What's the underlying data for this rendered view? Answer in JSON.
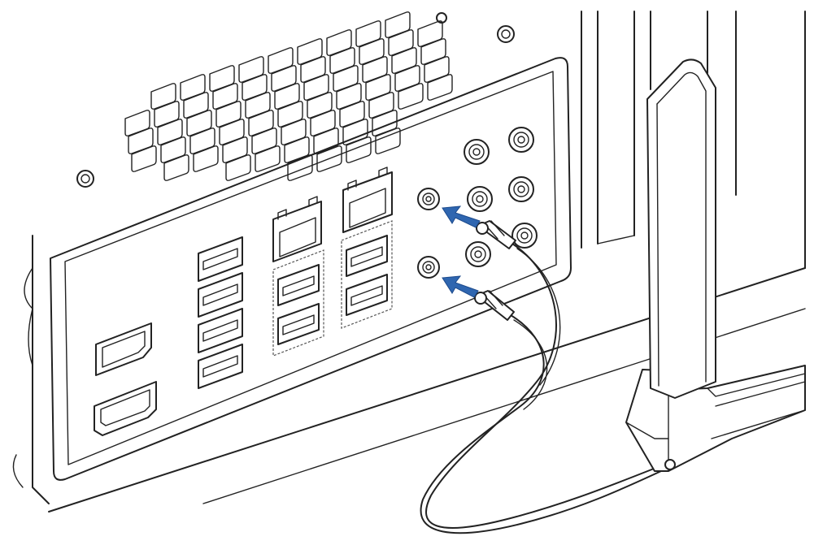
{
  "diagram": {
    "subject": "wifi-antenna-installation",
    "colors": {
      "line": "#222222",
      "arrow": "#2f66b0",
      "background": "#ffffff"
    },
    "icons": [
      "vent-grille",
      "io-shield",
      "usb-port",
      "lan-port",
      "displayport",
      "hdmi-port",
      "audio-jack",
      "antenna-connector",
      "antenna-cable",
      "antenna-base",
      "antenna-blade",
      "insert-arrow",
      "screw"
    ],
    "steps": [
      {
        "id": "connect-antenna-1",
        "target": "upper-antenna-connector"
      },
      {
        "id": "connect-antenna-2",
        "target": "lower-antenna-connector"
      }
    ]
  }
}
